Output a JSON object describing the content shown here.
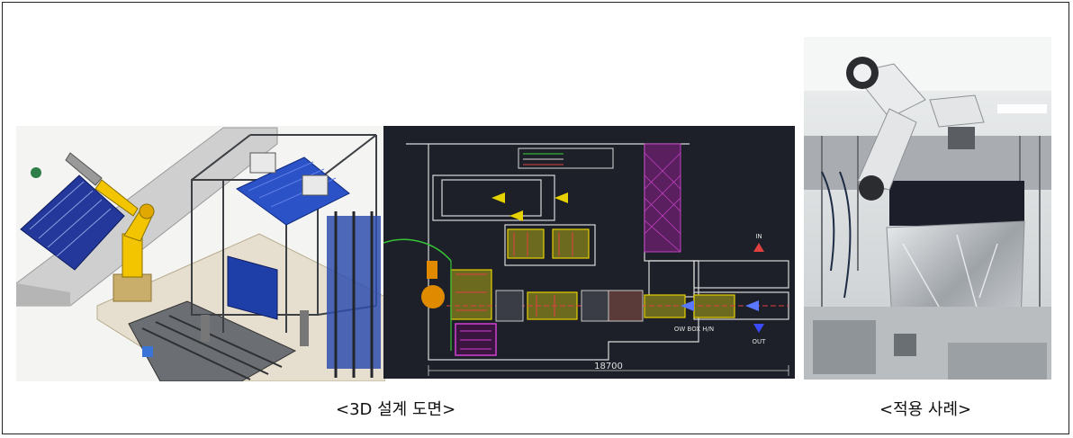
{
  "captions": {
    "left": "<3D 설계 도면>",
    "right": "<적용 사례>"
  },
  "cad_drawing": {
    "dimension": "18700",
    "label_in": "IN",
    "label_out": "OUT",
    "label_box": "OW BOX H/N"
  },
  "colors": {
    "cad_background": "#1d2028",
    "robot_yellow": "#f2c500",
    "frame_blue": "#1f3fa8",
    "pallet_magenta": "#c040c0"
  }
}
